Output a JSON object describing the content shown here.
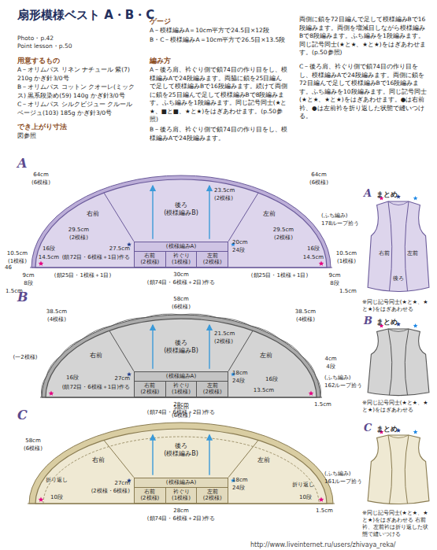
{
  "diagram": {
    "title": "扇形模様ベスト A・B・C",
    "nodes": [
      {
        "text": [
          "右前"
        ]
      },
      {
        "text": [
          "後ろ",
          "(模様編みB)"
        ]
      },
      {
        "text": [
          "左前"
        ]
      },
      {
        "text": [
          "(模様編みA)"
        ]
      },
      {
        "text": [
          "右前",
          "(2模様)"
        ],
        "in": 3
      },
      {
        "text": [
          "衿ぐり",
          "(1模様)"
        ],
        "in": 3
      },
      {
        "text": [
          "左前",
          "(2模様)"
        ],
        "in": 3
      },
      {
        "text": [
          "右前"
        ]
      },
      {
        "text": [
          "後ろ",
          "(模様編みB)"
        ]
      },
      {
        "text": [
          "左前"
        ]
      },
      {
        "text": [
          "(模様編みA)"
        ]
      },
      {
        "text": [
          "右前",
          "(2模様)"
        ],
        "in": 10
      },
      {
        "text": [
          "衿ぐり",
          "(1模様)"
        ],
        "in": 10
      },
      {
        "text": [
          "左前",
          "(2模様)"
        ],
        "in": 10
      },
      {
        "text": [
          "右前"
        ]
      },
      {
        "text": [
          "後ろ",
          "(模様編みB)"
        ]
      },
      {
        "text": [
          "左前"
        ]
      },
      {
        "text": [
          "(模様編みA)"
        ]
      },
      {
        "text": [
          "右前",
          "(2模様)"
        ],
        "in": 17
      },
      {
        "text": [
          "衿ぐり",
          "(1模様)"
        ],
        "in": 17
      },
      {
        "text": [
          "左前",
          "(2模様)"
        ],
        "in": 17
      }
    ],
    "labels": [
      "Photo・p.42",
      "Point lesson・p.50",
      "用意するもの",
      "A－オリムパス リネン ナチュール 紫(7) 210g かぎ針3/0号",
      "B－オリムパス コットン クオーレ(ミックス) 黒系段染め(59) 140g かぎ針3/0号",
      "C－オリムパス シルクビジュー クルール ベージュ(103) 185g かぎ針3/0号",
      "でき上がり寸法",
      "図参照",
      "ゲージ",
      "A－模様編みA＝10cm平方で24.5目×12段",
      "B・C－模様編みA＝10cm平方で26.5目×13.5段",
      "編み方",
      "A－後ろ肩、衿ぐり側で鎖74目の作り目をし、模様編みAで24段編みます。両脇に鎖を25目編んで足して模様編みBで16段編みます。続けて両側に鎖を25目編んで足して模様編みBで8段編みます。ふち編みを1段編みます。同じ記号同士(★と★、■と■、★と★)をはぎあわせます。(p.50参照)",
      "B－後ろ肩、衿ぐり側で鎖74目の作り目をし、模様編みAで24段編みます。",
      "両側に鎖を72目編んで足して模様編みBで16段編みます。両側を増減目しながら模様編みBで8段編みます。ふち編みを1段編みます。同じ記号同士(★と★、★と★)をはぎあわせます。(p.50参照)",
      "C－後ろ肩、衿ぐり側で鎖74目の作り目をし、模様編みAで24段編みます。両側に鎖を72目編んで足して模様編みBで16段編みます。ふち編みを10段編みます。同じ記号同士(★と★、★と★)をはぎあわせます。●は右前衿、●は左前衿を折り返した状態で縫いつける。",
      "A",
      "64cm",
      "(6模様)",
      "64cm",
      "(6模様)",
      "23.5cm",
      "(2模様)",
      "29.5cm",
      "(2模様)",
      "16段",
      "14.5cm",
      "27.5cm",
      "(鎖72目・6模様＋1目)作る",
      "20cm",
      "24段",
      "29.5cm",
      "(2模様)",
      "16段",
      "14.5cm",
      "(ふち編み)",
      "178ループ拾う",
      "10.5cm",
      "(1模様)",
      "9cm",
      "8段",
      "1.5cm",
      "(鎖25目・1模様＋1目)",
      "30cm",
      "(鎖74目・6模様＋2目)作る",
      "(鎖25目・1模様＋1目)",
      "10.5cm",
      "(1模様)",
      "9cm",
      "8段",
      "1.5cm",
      "B",
      "58cm",
      "(6模様)",
      "38.5cm",
      "(4模様)",
      "38.5cm",
      "(4模様)",
      "21.5cm",
      "(2模様)",
      "(一2模様)",
      "4cm",
      "4段",
      "(ふち編み)",
      "162ループ拾う",
      "16段",
      "27cm",
      "(鎖72目・6模様＋1目)作る",
      "18cm",
      "24段",
      "16段",
      "13.5cm",
      "28cm",
      "(鎖74目・6模様＋2目)作る",
      "1.5cm",
      "C",
      "58cm",
      "(6模様)",
      "58cm",
      "(6模様)",
      "27cm",
      "(2模様・6模様)",
      "折り返し",
      "10段",
      "(ふち編み)",
      "161ループ拾う",
      "折り返し",
      "10段",
      "18cm",
      "24段",
      "28cm",
      "(鎖74目・6模様＋2目)作る",
      "1.5cm",
      "A",
      "まとめ",
      "右前",
      "左前",
      "後ろ",
      "※同じ記号同士(★と★、★と★)をはぎあわせる",
      "B",
      "まとめ",
      "※同じ記号同士(★と★、★と★)をはぎあわせる",
      "C",
      "まとめ",
      "※同じ記号同士(★と★、★と★)をはぎあわせる 右前衿、左前衿は折り返した状態で縫いつける",
      "46",
      "http://www.liveinternet.ru/users/zhivaya_reka/"
    ]
  }
}
